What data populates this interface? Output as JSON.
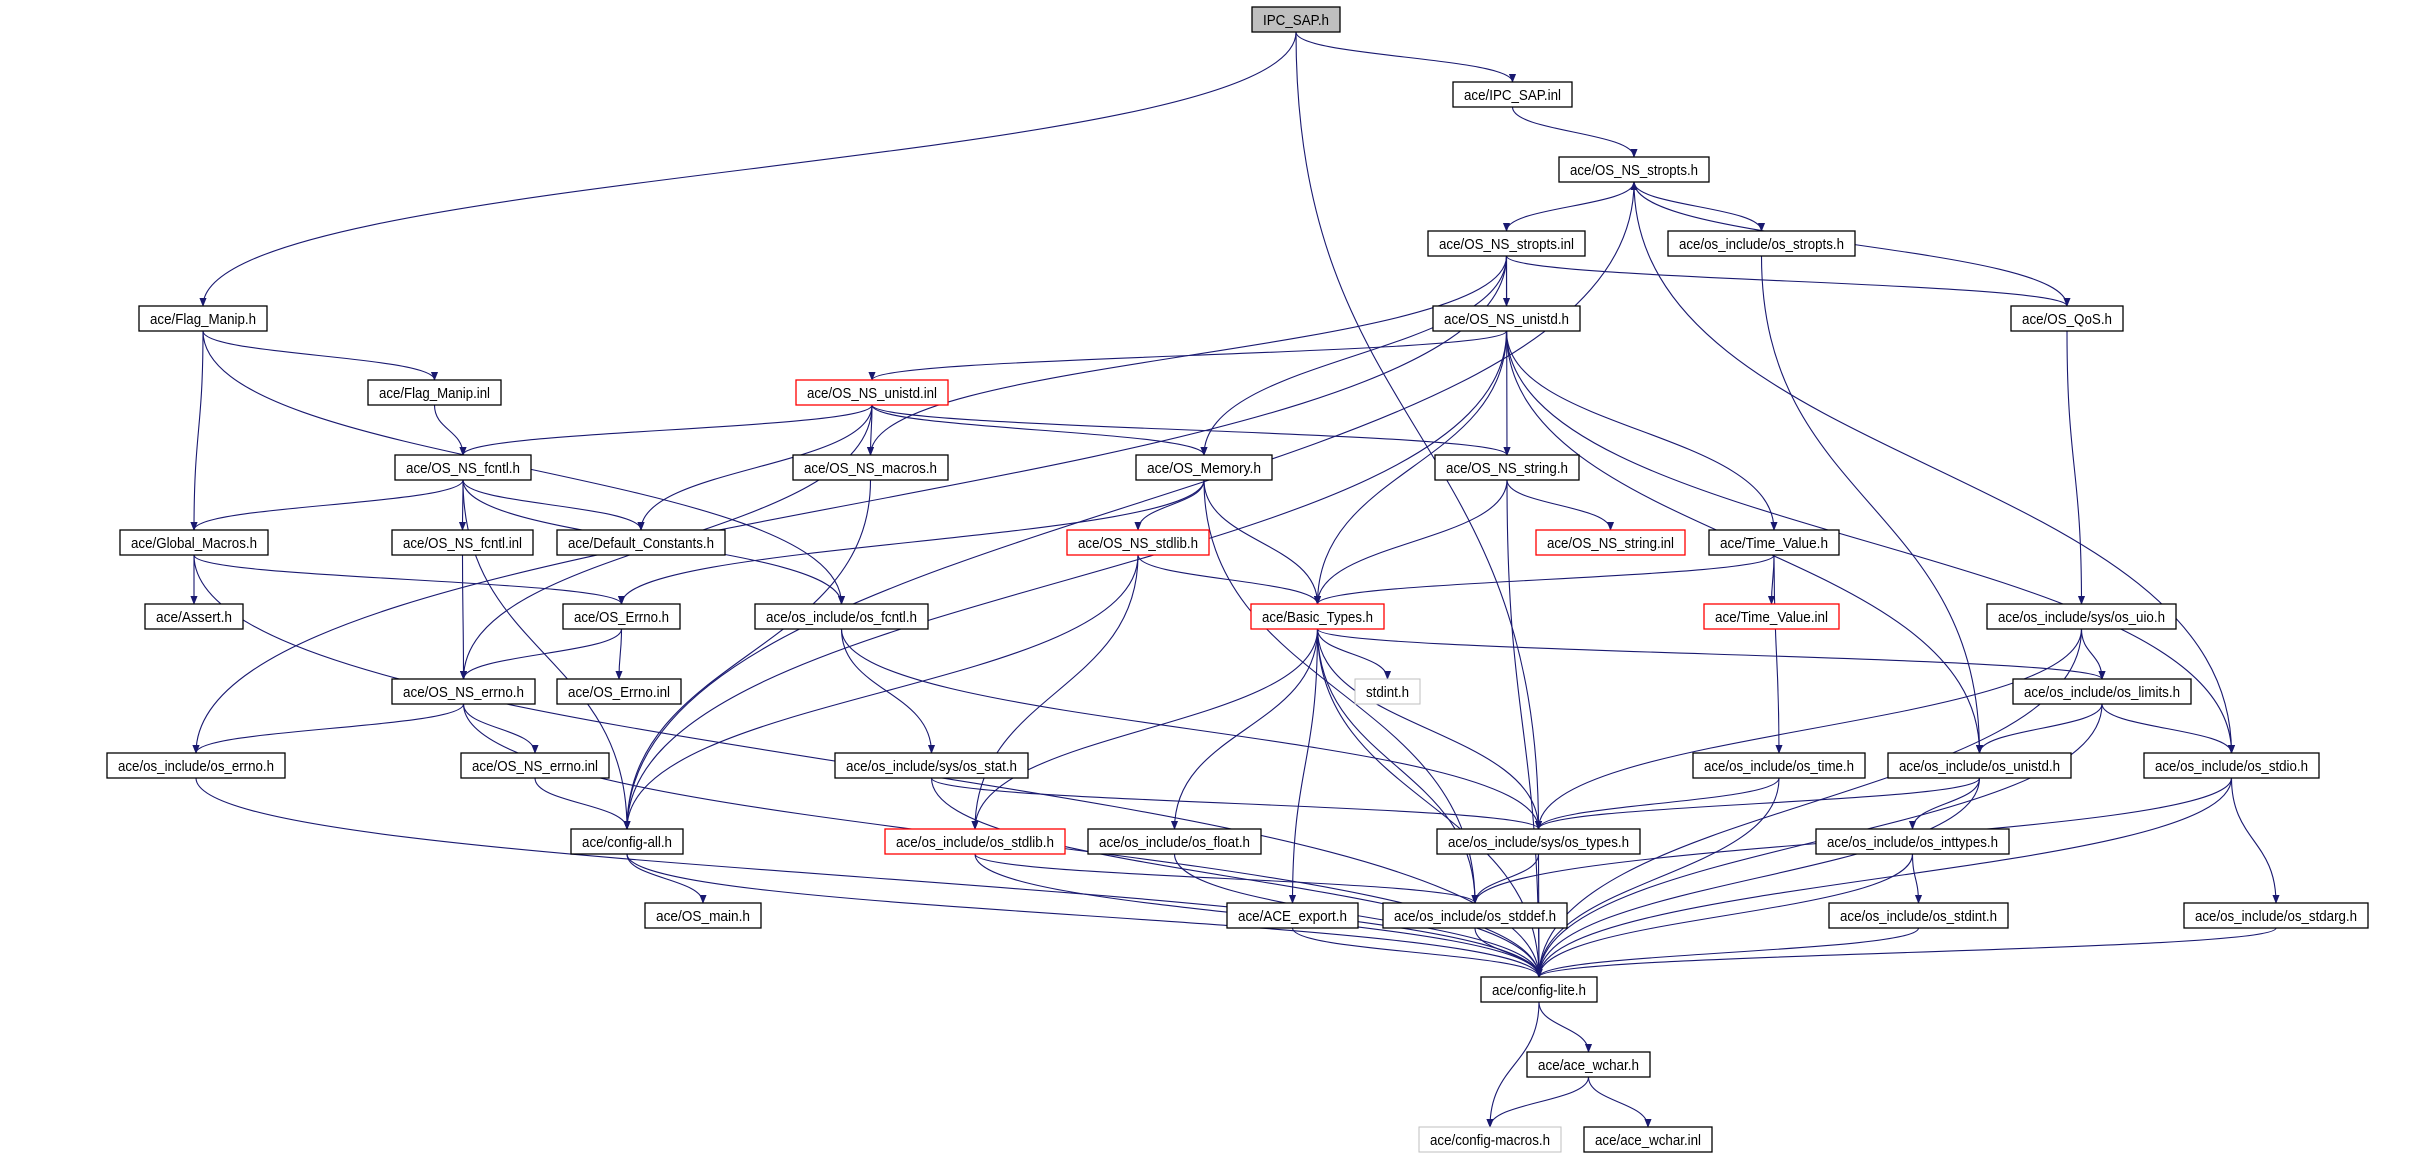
{
  "title": "IPC_SAP.h",
  "colors": {
    "edge": "#191970",
    "node_border": "#000000",
    "undocumented_border": "#ff0000",
    "external_border": "#bfbfbf",
    "root_fill": "#bfbfbf"
  },
  "nodes": {
    "ipc_sap_h": {
      "label": "IPC_SAP.h",
      "kind": "root"
    },
    "ipc_sap_inl": {
      "label": "ace/IPC_SAP.inl",
      "kind": "normal"
    },
    "os_ns_stropts_h": {
      "label": "ace/OS_NS_stropts.h",
      "kind": "normal"
    },
    "os_ns_stropts_inl": {
      "label": "ace/OS_NS_stropts.inl",
      "kind": "normal"
    },
    "os_stropts_h": {
      "label": "ace/os_include/os_stropts.h",
      "kind": "normal"
    },
    "flag_manip_h": {
      "label": "ace/Flag_Manip.h",
      "kind": "normal"
    },
    "os_ns_unistd_h": {
      "label": "ace/OS_NS_unistd.h",
      "kind": "normal"
    },
    "os_qos_h": {
      "label": "ace/OS_QoS.h",
      "kind": "normal"
    },
    "flag_manip_inl": {
      "label": "ace/Flag_Manip.inl",
      "kind": "normal"
    },
    "os_ns_unistd_inl": {
      "label": "ace/OS_NS_unistd.inl",
      "kind": "truncated"
    },
    "os_ns_fcntl_h": {
      "label": "ace/OS_NS_fcntl.h",
      "kind": "normal"
    },
    "os_ns_macros_h": {
      "label": "ace/OS_NS_macros.h",
      "kind": "normal"
    },
    "os_memory_h": {
      "label": "ace/OS_Memory.h",
      "kind": "normal"
    },
    "os_ns_string_h": {
      "label": "ace/OS_NS_string.h",
      "kind": "normal"
    },
    "global_macros_h": {
      "label": "ace/Global_Macros.h",
      "kind": "normal"
    },
    "os_ns_fcntl_inl": {
      "label": "ace/OS_NS_fcntl.inl",
      "kind": "normal"
    },
    "default_constants_h": {
      "label": "ace/Default_Constants.h",
      "kind": "normal"
    },
    "os_ns_stdlib_h": {
      "label": "ace/OS_NS_stdlib.h",
      "kind": "truncated"
    },
    "os_ns_string_inl": {
      "label": "ace/OS_NS_string.inl",
      "kind": "truncated"
    },
    "time_value_h": {
      "label": "ace/Time_Value.h",
      "kind": "normal"
    },
    "assert_h": {
      "label": "ace/Assert.h",
      "kind": "normal"
    },
    "os_errno_h": {
      "label": "ace/OS_Errno.h",
      "kind": "normal"
    },
    "os_fcntl_h": {
      "label": "ace/os_include/os_fcntl.h",
      "kind": "normal"
    },
    "basic_types_h": {
      "label": "ace/Basic_Types.h",
      "kind": "truncated"
    },
    "time_value_inl": {
      "label": "ace/Time_Value.inl",
      "kind": "truncated"
    },
    "os_uio_h": {
      "label": "ace/os_include/sys/os_uio.h",
      "kind": "normal"
    },
    "os_ns_errno_h": {
      "label": "ace/OS_NS_errno.h",
      "kind": "normal"
    },
    "os_errno_inl": {
      "label": "ace/OS_Errno.inl",
      "kind": "normal"
    },
    "stdint_h": {
      "label": "stdint.h",
      "kind": "external"
    },
    "os_limits_h": {
      "label": "ace/os_include/os_limits.h",
      "kind": "normal"
    },
    "os_errno_inc_h": {
      "label": "ace/os_include/os_errno.h",
      "kind": "normal"
    },
    "os_ns_errno_inl": {
      "label": "ace/OS_NS_errno.inl",
      "kind": "normal"
    },
    "os_stat_h": {
      "label": "ace/os_include/sys/os_stat.h",
      "kind": "normal"
    },
    "os_time_h": {
      "label": "ace/os_include/os_time.h",
      "kind": "normal"
    },
    "os_unistd_inc_h": {
      "label": "ace/os_include/os_unistd.h",
      "kind": "normal"
    },
    "os_stdio_h": {
      "label": "ace/os_include/os_stdio.h",
      "kind": "normal"
    },
    "config_all_h": {
      "label": "ace/config-all.h",
      "kind": "normal"
    },
    "os_stdlib_h": {
      "label": "ace/os_include/os_stdlib.h",
      "kind": "truncated"
    },
    "os_float_h": {
      "label": "ace/os_include/os_float.h",
      "kind": "normal"
    },
    "os_types_h": {
      "label": "ace/os_include/sys/os_types.h",
      "kind": "normal"
    },
    "os_inttypes_h": {
      "label": "ace/os_include/os_inttypes.h",
      "kind": "normal"
    },
    "os_main_h": {
      "label": "ace/OS_main.h",
      "kind": "normal"
    },
    "ace_export_h": {
      "label": "ace/ACE_export.h",
      "kind": "normal"
    },
    "os_stddef_h": {
      "label": "ace/os_include/os_stddef.h",
      "kind": "normal"
    },
    "os_stdint_h": {
      "label": "ace/os_include/os_stdint.h",
      "kind": "normal"
    },
    "os_stdarg_h": {
      "label": "ace/os_include/os_stdarg.h",
      "kind": "normal"
    },
    "config_lite_h": {
      "label": "ace/config-lite.h",
      "kind": "normal"
    },
    "ace_wchar_h": {
      "label": "ace/ace_wchar.h",
      "kind": "normal"
    },
    "config_macros_h": {
      "label": "ace/config-macros.h",
      "kind": "external"
    },
    "ace_wchar_inl": {
      "label": "ace/ace_wchar.inl",
      "kind": "normal"
    }
  },
  "edges": [
    [
      "ipc_sap_h",
      "flag_manip_h"
    ],
    [
      "ipc_sap_h",
      "ipc_sap_inl"
    ],
    [
      "ipc_sap_h",
      "os_types_h"
    ],
    [
      "ipc_sap_inl",
      "os_ns_stropts_h"
    ],
    [
      "os_ns_stropts_h",
      "config_all_h"
    ],
    [
      "os_ns_stropts_h",
      "os_ns_stropts_inl"
    ],
    [
      "os_ns_stropts_h",
      "os_stropts_h"
    ],
    [
      "os_ns_stropts_h",
      "os_stdio_h"
    ],
    [
      "os_ns_stropts_inl",
      "os_errno_inc_h"
    ],
    [
      "os_ns_stropts_inl",
      "os_ns_macros_h"
    ],
    [
      "os_ns_stropts_inl",
      "os_ns_unistd_h"
    ],
    [
      "os_ns_stropts_inl",
      "os_memory_h"
    ],
    [
      "os_ns_stropts_inl",
      "os_ns_string_h"
    ],
    [
      "os_ns_stropts_inl",
      "os_qos_h"
    ],
    [
      "os_stropts_h",
      "os_unistd_inc_h"
    ],
    [
      "os_qos_h",
      "os_ns_stropts_h"
    ],
    [
      "os_qos_h",
      "os_uio_h"
    ],
    [
      "flag_manip_h",
      "flag_manip_inl"
    ],
    [
      "flag_manip_h",
      "global_macros_h"
    ],
    [
      "flag_manip_h",
      "os_fcntl_h"
    ],
    [
      "flag_manip_inl",
      "os_ns_fcntl_h"
    ],
    [
      "os_ns_unistd_h",
      "os_ns_unistd_inl"
    ],
    [
      "os_ns_unistd_h",
      "config_all_h"
    ],
    [
      "os_ns_unistd_h",
      "basic_types_h"
    ],
    [
      "os_ns_unistd_h",
      "time_value_h"
    ],
    [
      "os_ns_unistd_h",
      "os_unistd_inc_h"
    ],
    [
      "os_ns_unistd_h",
      "os_stdio_h"
    ],
    [
      "os_ns_unistd_inl",
      "os_ns_fcntl_h"
    ],
    [
      "os_ns_unistd_inl",
      "os_ns_macros_h"
    ],
    [
      "os_ns_unistd_inl",
      "default_constants_h"
    ],
    [
      "os_ns_unistd_inl",
      "os_memory_h"
    ],
    [
      "os_ns_unistd_inl",
      "os_ns_string_h"
    ],
    [
      "os_ns_unistd_inl",
      "os_ns_errno_h"
    ],
    [
      "os_ns_fcntl_h",
      "global_macros_h"
    ],
    [
      "os_ns_fcntl_h",
      "os_ns_fcntl_inl"
    ],
    [
      "os_ns_fcntl_h",
      "default_constants_h"
    ],
    [
      "os_ns_fcntl_h",
      "os_fcntl_h"
    ],
    [
      "os_ns_fcntl_h",
      "config_all_h"
    ],
    [
      "os_ns_macros_h",
      "config_all_h"
    ],
    [
      "os_memory_h",
      "os_errno_h"
    ],
    [
      "os_memory_h",
      "os_ns_stdlib_h"
    ],
    [
      "os_memory_h",
      "basic_types_h"
    ],
    [
      "os_memory_h",
      "os_stddef_h"
    ],
    [
      "os_ns_string_h",
      "os_ns_string_inl"
    ],
    [
      "os_ns_string_h",
      "basic_types_h"
    ],
    [
      "os_ns_string_h",
      "config_lite_h"
    ],
    [
      "time_value_h",
      "basic_types_h"
    ],
    [
      "time_value_h",
      "time_value_inl"
    ],
    [
      "time_value_h",
      "os_time_h"
    ],
    [
      "global_macros_h",
      "assert_h"
    ],
    [
      "global_macros_h",
      "os_errno_h"
    ],
    [
      "global_macros_h",
      "config_lite_h"
    ],
    [
      "os_ns_fcntl_inl",
      "os_ns_errno_h"
    ],
    [
      "os_ns_stdlib_h",
      "basic_types_h"
    ],
    [
      "os_ns_stdlib_h",
      "config_all_h"
    ],
    [
      "os_ns_stdlib_h",
      "os_stdlib_h"
    ],
    [
      "os_errno_h",
      "os_ns_errno_h"
    ],
    [
      "os_errno_h",
      "os_errno_inl"
    ],
    [
      "os_fcntl_h",
      "os_stat_h"
    ],
    [
      "os_fcntl_h",
      "os_types_h"
    ],
    [
      "basic_types_h",
      "config_lite_h"
    ],
    [
      "basic_types_h",
      "stdint_h"
    ],
    [
      "basic_types_h",
      "os_limits_h"
    ],
    [
      "basic_types_h",
      "os_stdlib_h"
    ],
    [
      "basic_types_h",
      "os_float_h"
    ],
    [
      "basic_types_h",
      "ace_export_h"
    ],
    [
      "basic_types_h",
      "os_stddef_h"
    ],
    [
      "basic_types_h",
      "os_types_h"
    ],
    [
      "os_uio_h",
      "os_limits_h"
    ],
    [
      "os_uio_h",
      "os_types_h"
    ],
    [
      "os_uio_h",
      "config_lite_h"
    ],
    [
      "os_ns_errno_h",
      "os_errno_inc_h"
    ],
    [
      "os_ns_errno_h",
      "os_ns_errno_inl"
    ],
    [
      "os_ns_errno_h",
      "config_lite_h"
    ],
    [
      "os_limits_h",
      "os_unistd_inc_h"
    ],
    [
      "os_limits_h",
      "os_stdio_h"
    ],
    [
      "os_limits_h",
      "config_lite_h"
    ],
    [
      "os_errno_inc_h",
      "config_lite_h"
    ],
    [
      "os_ns_errno_inl",
      "config_all_h"
    ],
    [
      "os_stat_h",
      "os_types_h"
    ],
    [
      "os_stat_h",
      "config_lite_h"
    ],
    [
      "os_time_h",
      "os_types_h"
    ],
    [
      "os_time_h",
      "config_lite_h"
    ],
    [
      "os_unistd_inc_h",
      "os_types_h"
    ],
    [
      "os_unistd_inc_h",
      "os_inttypes_h"
    ],
    [
      "os_unistd_inc_h",
      "config_lite_h"
    ],
    [
      "os_stdio_h",
      "os_stddef_h"
    ],
    [
      "os_stdio_h",
      "os_stdarg_h"
    ],
    [
      "os_stdio_h",
      "config_lite_h"
    ],
    [
      "config_all_h",
      "os_main_h"
    ],
    [
      "config_all_h",
      "config_lite_h"
    ],
    [
      "os_stdlib_h",
      "os_stddef_h"
    ],
    [
      "os_stdlib_h",
      "config_lite_h"
    ],
    [
      "os_float_h",
      "config_lite_h"
    ],
    [
      "os_types_h",
      "os_stddef_h"
    ],
    [
      "os_types_h",
      "config_lite_h"
    ],
    [
      "os_inttypes_h",
      "os_stdint_h"
    ],
    [
      "os_inttypes_h",
      "config_lite_h"
    ],
    [
      "ace_export_h",
      "config_lite_h"
    ],
    [
      "os_stddef_h",
      "config_lite_h"
    ],
    [
      "os_stdint_h",
      "config_lite_h"
    ],
    [
      "os_stdarg_h",
      "config_lite_h"
    ],
    [
      "config_lite_h",
      "ace_wchar_h"
    ],
    [
      "config_lite_h",
      "config_macros_h"
    ],
    [
      "ace_wchar_h",
      "config_macros_h"
    ],
    [
      "ace_wchar_h",
      "ace_wchar_inl"
    ]
  ]
}
